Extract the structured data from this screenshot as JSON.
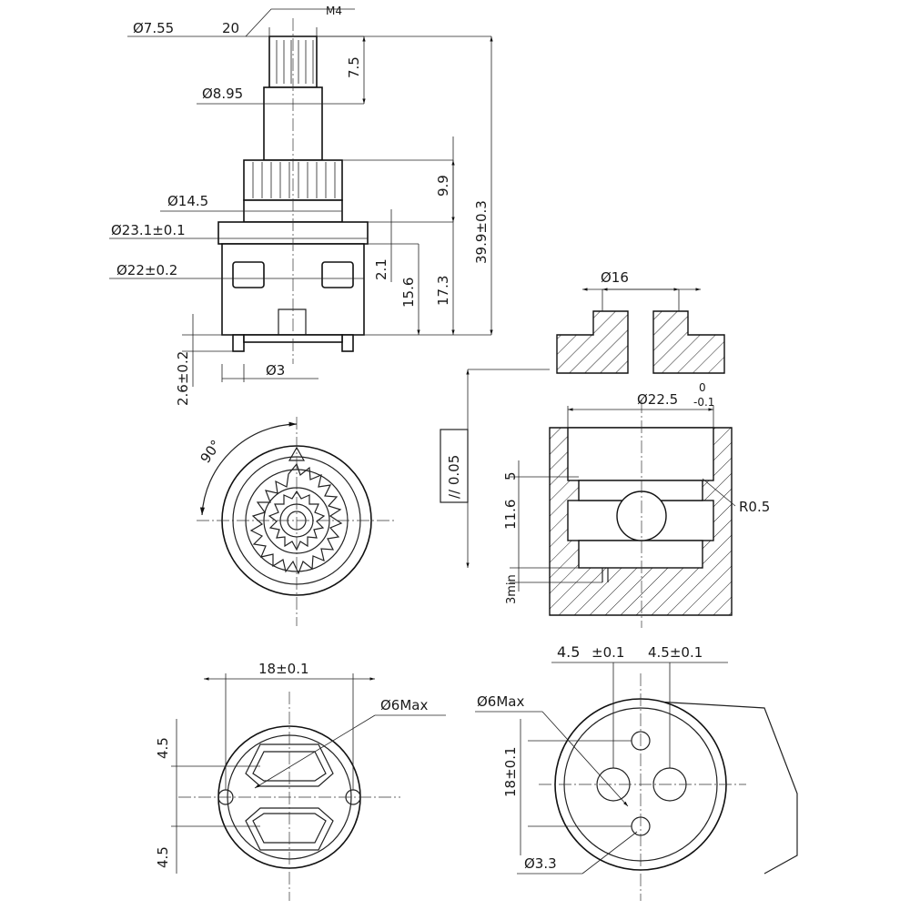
{
  "labels": {
    "d755": "Ø7.55",
    "n20": "20",
    "m4": "M4",
    "l75": "7.5",
    "d895": "Ø8.95",
    "l99": "9.9",
    "l399": "39.9±0.3",
    "d145": "Ø14.5",
    "d231": "Ø23.1±0.1",
    "d22": "Ø22±0.2",
    "l21": "2.1",
    "l156": "15.6",
    "l173": "17.3",
    "l26": "2.6±0.2",
    "d3": "Ø3",
    "a90": "90°",
    "d16": "Ø16",
    "d225": "Ø22.5",
    "tol_up": "0",
    "tol_dn": "-0.1",
    "par": "// 0.05",
    "l5": "5",
    "l116": "11.6",
    "r05": "R0.5",
    "l3min": "3min",
    "l18a": "18±0.1",
    "d6a": "Ø6Max",
    "l45a": "4.5",
    "l45b": "4.5",
    "l45c": "4.5",
    "l45d": "±0.1",
    "l45e": "4.5±0.1",
    "d6b": "Ø6Max",
    "l18b": "18±0.1",
    "d33": "Ø3.3"
  }
}
